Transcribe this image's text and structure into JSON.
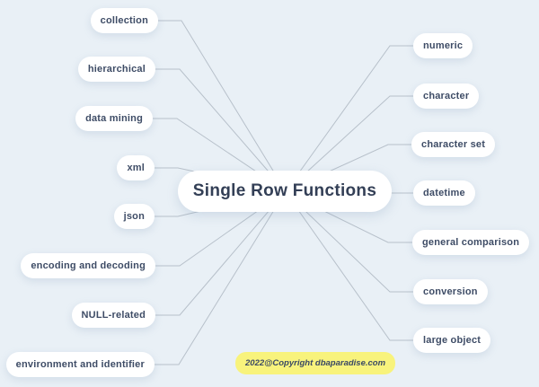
{
  "title": "Single Row Functions",
  "left_nodes": [
    {
      "label": "collection"
    },
    {
      "label": "hierarchical"
    },
    {
      "label": "data mining"
    },
    {
      "label": "xml"
    },
    {
      "label": "json"
    },
    {
      "label": "encoding and decoding"
    },
    {
      "label": "NULL-related"
    },
    {
      "label": "environment and identifier"
    }
  ],
  "right_nodes": [
    {
      "label": "numeric"
    },
    {
      "label": "character"
    },
    {
      "label": "character set"
    },
    {
      "label": "datetime"
    },
    {
      "label": "general comparison"
    },
    {
      "label": "conversion"
    },
    {
      "label": "large object"
    }
  ],
  "copyright": "2022@Copyright dbaparadise.com",
  "colors": {
    "background": "#e9f0f6",
    "node_bg": "#ffffff",
    "node_text": "#3e4c66",
    "title_text": "#333f56",
    "connector": "#b7c0ca",
    "copyright_bg": "#f8f37c",
    "copyright_text": "#3a4964"
  }
}
